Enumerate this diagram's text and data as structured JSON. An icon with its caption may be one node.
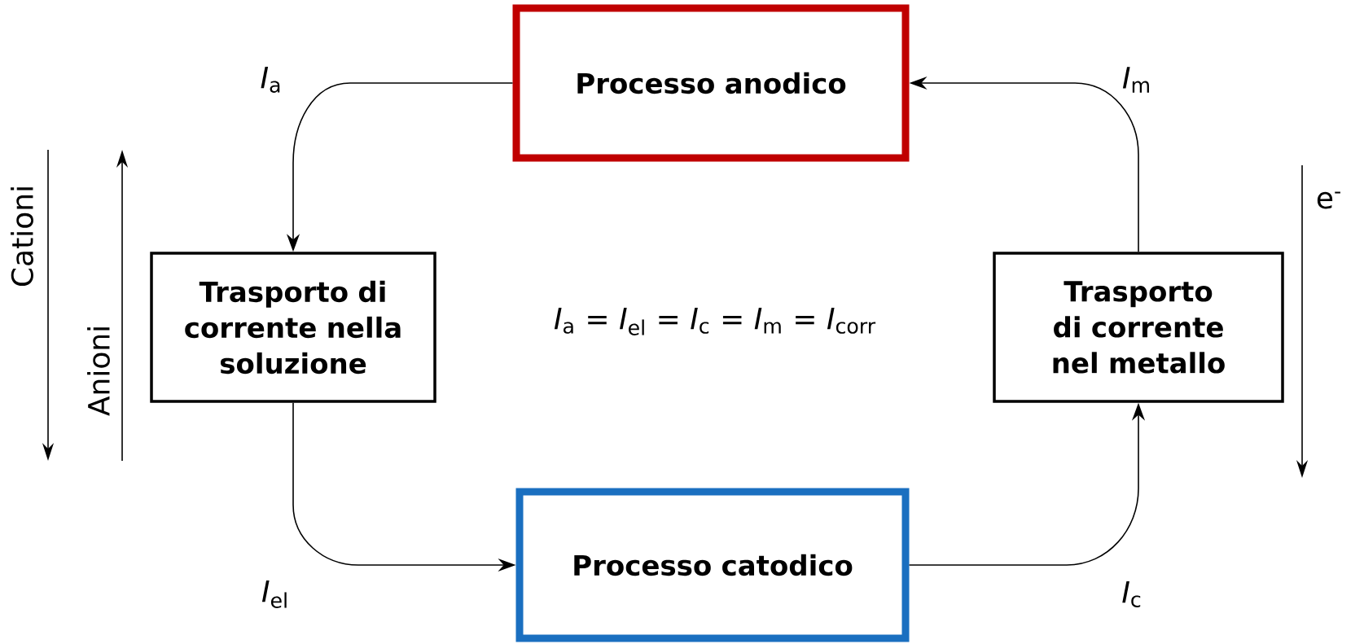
{
  "diagram": {
    "nodes": [
      {
        "text": [
          "Processo anodico"
        ]
      },
      {
        "text": [
          "Trasporto di corrente nella soluzione"
        ]
      },
      {
        "text": [
          "Trasporto di corrente nel metallo"
        ]
      },
      {
        "text": [
          "Processo catodico"
        ]
      }
    ],
    "edges": [
      {
        "from": 0,
        "to": 1,
        "arrow": "to",
        "label": "*I*$_{a}$"
      },
      {
        "from": 1,
        "to": 3,
        "arrow": "to",
        "label": "*I*$_{el}$"
      },
      {
        "from": 3,
        "to": 2,
        "arrow": "to",
        "label": "*I*$_{c}$"
      },
      {
        "from": 2,
        "to": 0,
        "arrow": "to",
        "label": "*I*$_{m}$"
      }
    ],
    "labels": [
      "*I*$_{a}$ = *I*$_{el}$ = *I*$_{c}$ = *I*$_{m}$ = *I*$_{corr}$",
      "Cationi",
      "Anioni",
      "e$^{-}$"
    ]
  }
}
